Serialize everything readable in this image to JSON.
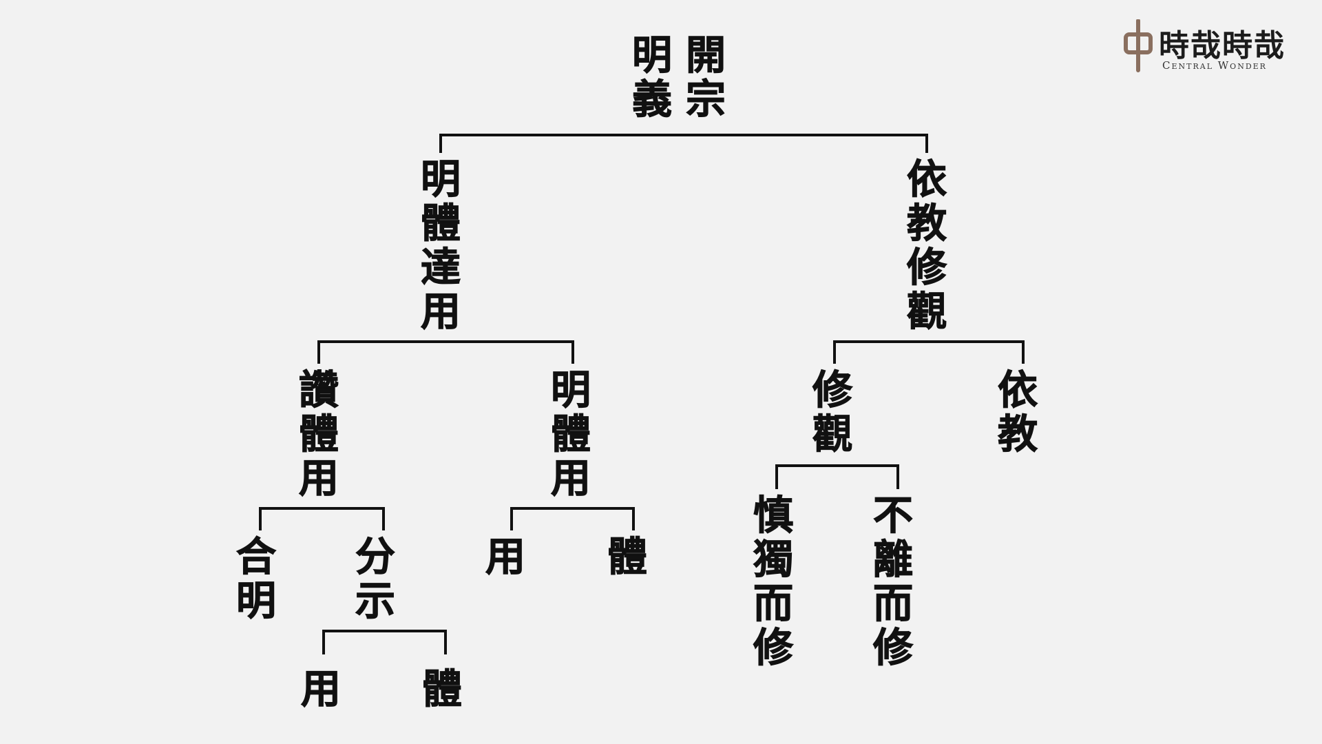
{
  "logo": {
    "title": "時哉時哉",
    "subtitle": "Central Wonder",
    "accent_color": "#8a6f5f"
  },
  "tree": {
    "root": {
      "columns": [
        "開宗",
        "明義"
      ]
    },
    "left": {
      "label": "明體達用",
      "zan": {
        "label": "讚體用",
        "he_ming": "合明",
        "fen_shi": {
          "label": "分示",
          "yong": "用",
          "ti": "體"
        }
      },
      "ming": {
        "label": "明體用",
        "yong": "用",
        "ti": "體"
      }
    },
    "right": {
      "label": "依教修觀",
      "xiu_guan": {
        "label": "修觀",
        "shen_du": "慎獨而修",
        "bu_li": "不離而修"
      },
      "yi_jiao": "依教"
    }
  }
}
